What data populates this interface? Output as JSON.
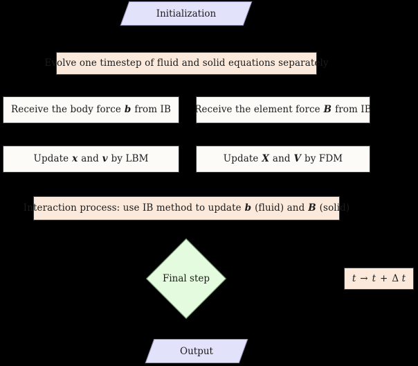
{
  "diagram": {
    "title": "IB-LBM/FDM fluid-structure interaction algorithm flowchart",
    "background_color": "#000000",
    "colors": {
      "io_fill": "#e2e2fa",
      "io_border": "#8c8cb0",
      "process_peach_fill": "#fbeadc",
      "process_cream_fill": "#fdfbf7",
      "process_border": "#3a3a3a",
      "decision_fill": "#e4fbdf",
      "decision_border": "#6f9c6a",
      "text_color": "#1b1b1b"
    },
    "nodes": {
      "initialization": {
        "label": "Initialization",
        "shape": "parallelogram"
      },
      "evolve": {
        "label": "Evolve one timestep of fluid and solid equations separately",
        "shape": "rectangle"
      },
      "receive_body_force": {
        "prefix": "Receive the body force",
        "symbol": "b",
        "suffix": "from IB",
        "shape": "rectangle"
      },
      "receive_element_force": {
        "prefix": "Receive the element force",
        "symbol": "B",
        "suffix": "from IB",
        "shape": "rectangle"
      },
      "update_lbm": {
        "prefix": "Update",
        "symbol1": "x",
        "conjunction": "and",
        "symbol2": "v",
        "suffix": "by LBM",
        "shape": "rectangle"
      },
      "update_fdm": {
        "prefix": "Update",
        "symbol1": "X",
        "conjunction": "and",
        "symbol2": "V",
        "suffix": "by FDM",
        "shape": "rectangle"
      },
      "interaction": {
        "prefix": "Interaction process: use IB method to update",
        "symbol1": "b",
        "mid": "(fluid) and",
        "symbol2": "B",
        "suffix": "(solid)",
        "shape": "rectangle"
      },
      "final_step": {
        "label": "Final step",
        "shape": "diamond"
      },
      "time_increment": {
        "var1": "t",
        "arrow": "→",
        "var2": "t",
        "plus": "+",
        "delta": "Δ",
        "var3": "t",
        "full_label": "t → t + Δt",
        "shape": "rectangle"
      },
      "output": {
        "label": "Output",
        "shape": "parallelogram"
      }
    }
  }
}
